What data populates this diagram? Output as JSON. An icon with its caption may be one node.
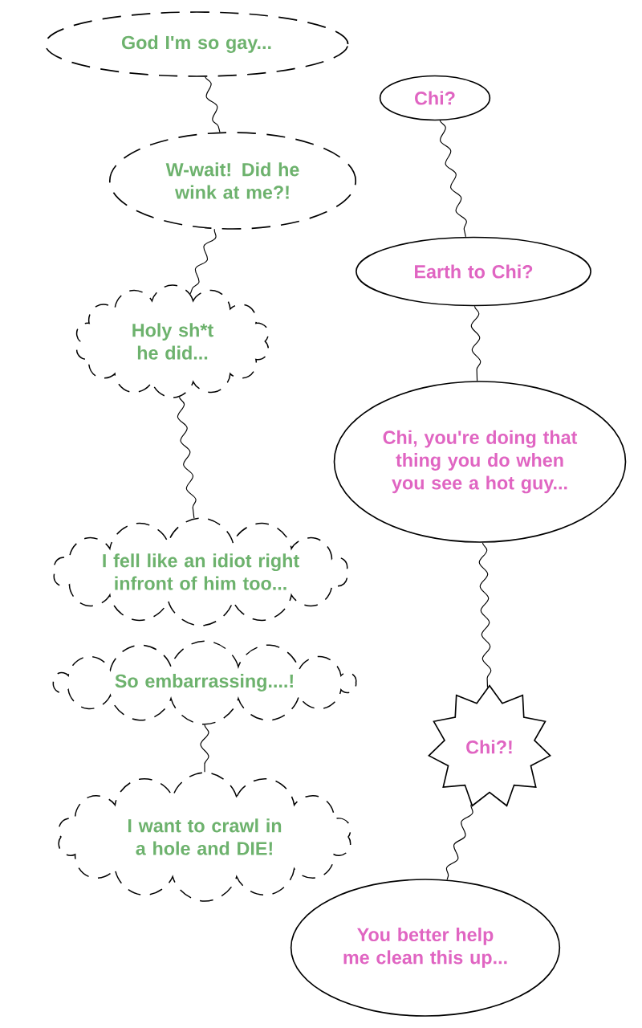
{
  "diagram": {
    "nodes": [
      {
        "text": [
          "God I'm so gay..."
        ]
      },
      {
        "text": [
          "W-wait! Did he wink at me?!"
        ]
      },
      {
        "text": [
          "Holy sh*t he did..."
        ]
      },
      {
        "text": [
          "I fell like an idiot right infront of him too..."
        ]
      },
      {
        "text": [
          "So embarrassing....!"
        ]
      },
      {
        "text": [
          "I want to crawl in a hole and DIE!"
        ]
      },
      {
        "text": [
          "Chi?"
        ]
      },
      {
        "text": [
          "Earth to Chi?"
        ]
      },
      {
        "text": [
          "Chi, you're doing that thing you do when you see a hot guy..."
        ]
      },
      {
        "text": [
          "Chi?!"
        ]
      },
      {
        "text": [
          "You better help me clean this up..."
        ]
      }
    ],
    "edges": [
      {
        "from": 0,
        "to": 1,
        "arrow": "none"
      },
      {
        "from": 1,
        "to": 2,
        "arrow": "none"
      },
      {
        "from": 2,
        "to": 3,
        "arrow": "none"
      },
      {
        "from": 4,
        "to": 5,
        "arrow": "none"
      },
      {
        "from": 6,
        "to": 7,
        "arrow": "none"
      },
      {
        "from": 7,
        "to": 8,
        "arrow": "none"
      },
      {
        "from": 8,
        "to": 9,
        "arrow": "none"
      },
      {
        "from": 9,
        "to": 10,
        "arrow": "none"
      }
    ]
  }
}
